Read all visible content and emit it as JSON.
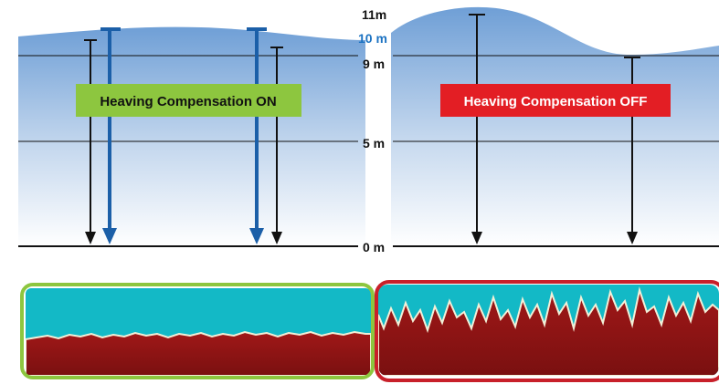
{
  "depth_labels": {
    "d11": "11m",
    "d10": "10 m",
    "d9": "9 m",
    "d5": "5 m",
    "d0": "0 m"
  },
  "panels": {
    "on": {
      "label": "Heaving Compensation ON",
      "color": "#8dc63f"
    },
    "off": {
      "label": "Heaving Compensation OFF",
      "color": "#e31e24"
    }
  },
  "colors": {
    "water_top": "#6f9fd6",
    "water_bottom": "#ffffff",
    "compensated_arrow": "#1b5fa8",
    "raw_arrow": "#111111",
    "label_10m": "#1b72c2"
  }
}
